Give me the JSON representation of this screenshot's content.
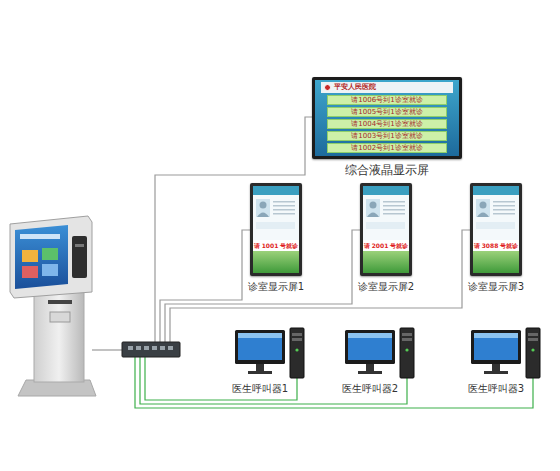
{
  "diagram": {
    "nodes": [
      {
        "text": [
          "平安人民医院",
          "请1006号到1诊室就诊",
          "请1005号到1诊室就诊",
          "请1004号到1诊室就诊",
          "请1003号到1诊室就诊",
          "请1002号到1诊室就诊",
          "综合液晶显示屏"
        ]
      },
      {
        "text": [
          "请 1001 号就诊",
          "诊室显示屏1"
        ]
      },
      {
        "text": [
          "请 2001 号就诊",
          "诊室显示屏2"
        ]
      },
      {
        "text": [
          "请 3088 号就诊",
          "诊室显示屏3"
        ]
      },
      {
        "text": [
          "医生呼叫器1"
        ]
      },
      {
        "text": [
          "医生呼叫器2"
        ]
      },
      {
        "text": [
          "医生呼叫器3"
        ]
      }
    ]
  }
}
